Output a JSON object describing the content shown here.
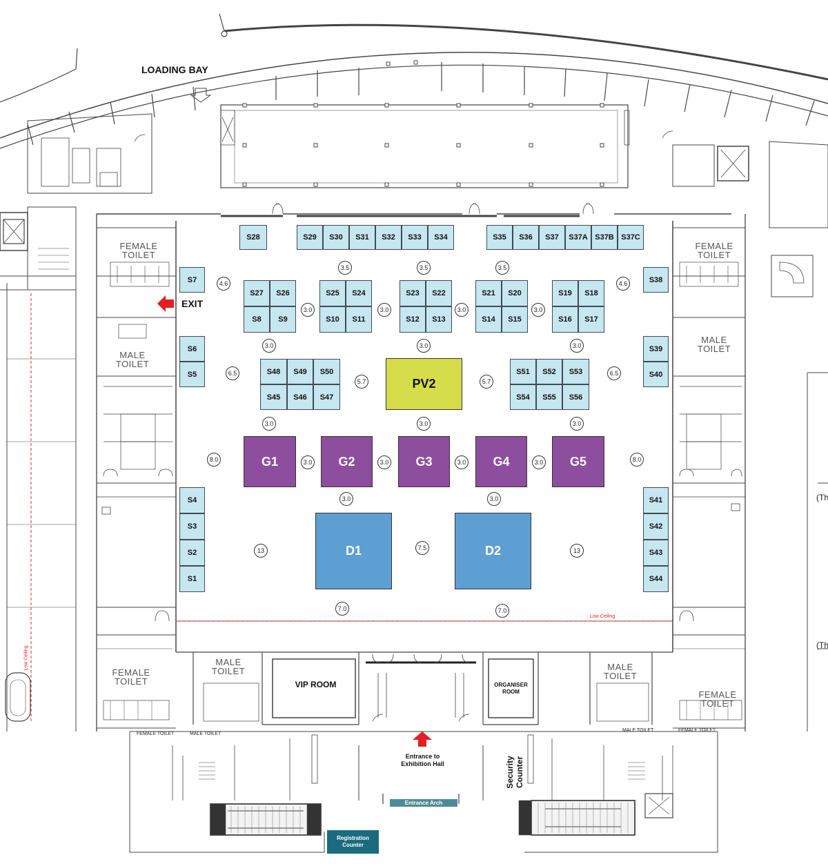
{
  "labels": {
    "loading_bay": "LOADING BAY",
    "exit": "EXIT",
    "vip_room": "VIP ROOM",
    "organiser_room_line1": "ORGANISER",
    "organiser_room_line2": "ROOM",
    "entrance_line1": "Entrance to",
    "entrance_line2": "Exhibition Hall",
    "security_line1": "Security",
    "security_line2": "Counter",
    "entrance_arch": "Entrance Arch",
    "registration_line1": "Registration",
    "registration_line2": "Counter",
    "low_ceiling_h": "Low Ceiling",
    "low_ceiling_v": "Low Ceiling",
    "female_toilet_small_left": "FEMALE TOILET",
    "male_toilet_small_left": "MALE TOILET",
    "male_toilet_small_right": "MALE TOILET",
    "female_toilet_small_right": "FEMALE TOILET",
    "edge_th_1": "(Th",
    "edge_th_2": "(Th"
  },
  "toilets": {
    "female_top_left_1": "FEMALE",
    "female_top_left_2": "TOILET",
    "male_mid_left_1": "MALE",
    "male_mid_left_2": "TOILET",
    "female_top_right_1": "FEMALE",
    "female_top_right_2": "TOILET",
    "male_mid_right_1": "MALE",
    "male_mid_right_2": "TOILET",
    "female_bot_left_1": "FEMALE",
    "female_bot_left_2": "TOILET",
    "male_bot_left_1": "MALE",
    "male_bot_left_2": "TOILET",
    "male_bot_right_1": "MALE",
    "male_bot_right_2": "TOILET",
    "female_bot_right_1": "FEMALE",
    "female_bot_right_2": "TOILET"
  },
  "booths": {
    "s28": "S28",
    "s29": "S29",
    "s30": "S30",
    "s31": "S31",
    "s32": "S32",
    "s33": "S33",
    "s34": "S34",
    "s35": "S35",
    "s36": "S36",
    "s37": "S37",
    "s37a": "S37A",
    "s37b": "S37B",
    "s37c": "S37C",
    "s7": "S7",
    "s38": "S38",
    "s27": "S27",
    "s26": "S26",
    "s8": "S8",
    "s9": "S9",
    "s25": "S25",
    "s24": "S24",
    "s10": "S10",
    "s11": "S11",
    "s23": "S23",
    "s22": "S22",
    "s12": "S12",
    "s13": "S13",
    "s21": "S21",
    "s20": "S20",
    "s14": "S14",
    "s15": "S15",
    "s19": "S19",
    "s18": "S18",
    "s16": "S16",
    "s17": "S17",
    "s6": "S6",
    "s5": "S5",
    "s39": "S39",
    "s40": "S40",
    "s48": "S48",
    "s49": "S49",
    "s50": "S50",
    "s45": "S45",
    "s46": "S46",
    "s47": "S47",
    "s51": "S51",
    "s52": "S52",
    "s53": "S53",
    "s54": "S54",
    "s55": "S55",
    "s56": "S56",
    "s4": "S4",
    "s3": "S3",
    "s2": "S2",
    "s1": "S1",
    "s41": "S41",
    "s42": "S42",
    "s43": "S43",
    "s44": "S44"
  },
  "stands": {
    "pv2": "PV2",
    "g1": "G1",
    "g2": "G2",
    "g3": "G3",
    "g4": "G4",
    "g5": "G5",
    "d1": "D1",
    "d2": "D2"
  },
  "dimensions": {
    "d_r1_1": "3.5",
    "d_r1_2": "3.5",
    "d_r1_3": "3.5",
    "d_l46": "4.6",
    "d_r46": "4.6",
    "d_c1": "3.0",
    "d_c2": "3.0",
    "d_c3": "3.0",
    "d_c4": "3.0",
    "d_r2_1": "3.0",
    "d_r2_2": "3.0",
    "d_r2_3": "3.0",
    "d_l65": "6.5",
    "d_r65": "6.5",
    "d_l57": "5.7",
    "d_r57": "5.7",
    "d_r3_1": "3.0",
    "d_r3_2": "3.0",
    "d_r3_3": "3.0",
    "d_l80": "8.0",
    "d_r80": "8.0",
    "d_g1": "3.0",
    "d_g2": "3.0",
    "d_g3": "3.0",
    "d_g4": "3.0",
    "d_r4_1": "3.0",
    "d_r4_2": "3.0",
    "d_l13": "13",
    "d_r13": "13",
    "d_75": "7.5",
    "d_70a": "7.0",
    "d_70b": "7.0"
  },
  "colors": {
    "booth": "#c6e6f0",
    "pavilion": "#d5dd4b",
    "gold": "#8d4e9e",
    "diamond": "#5e9fd3",
    "exit_arrow": "#e31e24",
    "entrance_arch": "#4e8b96",
    "registration": "#1b6b80",
    "low_ceiling": "#e31e24"
  }
}
